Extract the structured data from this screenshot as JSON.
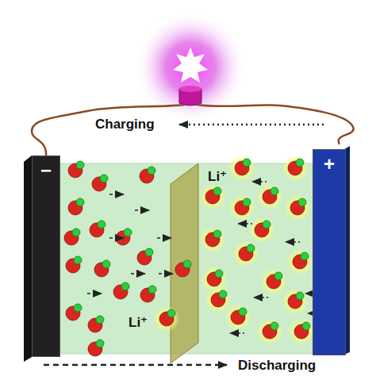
{
  "diagram": {
    "nodes": [
      {
        "text": [
          "−"
        ]
      },
      {
        "text": [
          "+"
        ]
      }
    ],
    "labels": [
      "Charging",
      "Li⁺",
      "Li⁺",
      "Discharging"
    ]
  }
}
